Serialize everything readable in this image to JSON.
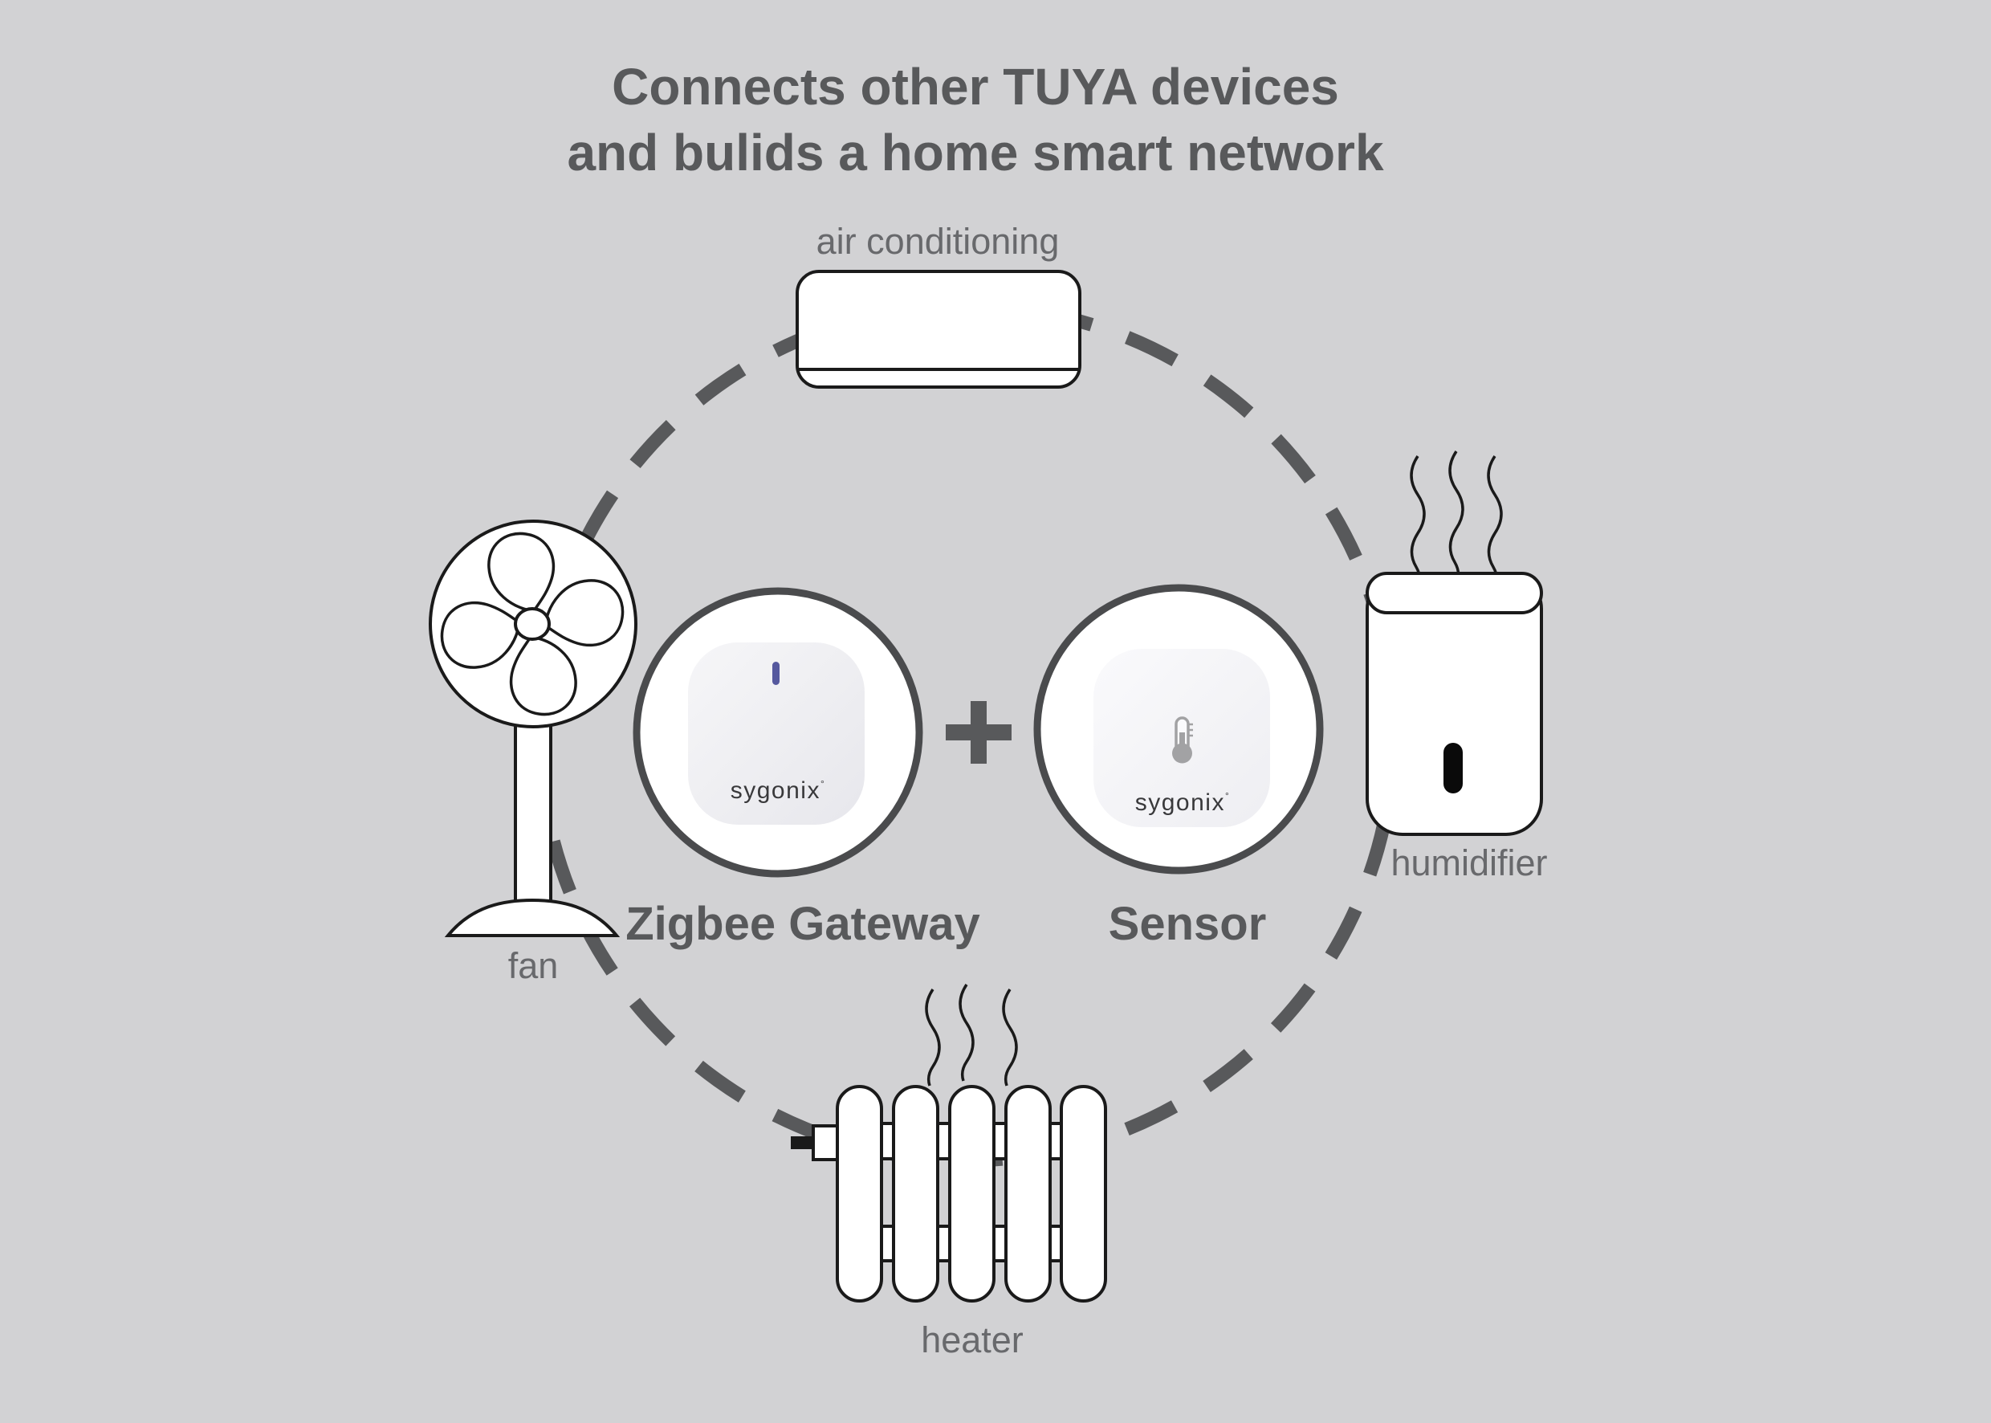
{
  "title": {
    "line1": "Connects other TUYA devices",
    "line2": "and bulids a home smart network"
  },
  "devices": {
    "air_conditioning": {
      "label": "air conditioning"
    },
    "fan": {
      "label": "fan"
    },
    "humidifier": {
      "label": "humidifier"
    },
    "heater": {
      "label": "heater"
    }
  },
  "hub": {
    "gateway": {
      "label": "Zigbee Gateway",
      "brand": "sygonix",
      "brand_mark": "°"
    },
    "sensor": {
      "label": "Sensor",
      "brand": "sygonix",
      "brand_mark": "°"
    },
    "plus_sign": "+"
  },
  "colors": {
    "background": "#d2d2d4",
    "dash_ring": "#58595b",
    "title_text": "#58595b",
    "item_label_text": "#68696c",
    "outline_black": "#1a1a1a",
    "hub_circle_stroke": "#4a4b4d",
    "led_blue": "#55589e",
    "brand_text": "#39393b",
    "thermometer_gray": "#a2a2a4"
  }
}
